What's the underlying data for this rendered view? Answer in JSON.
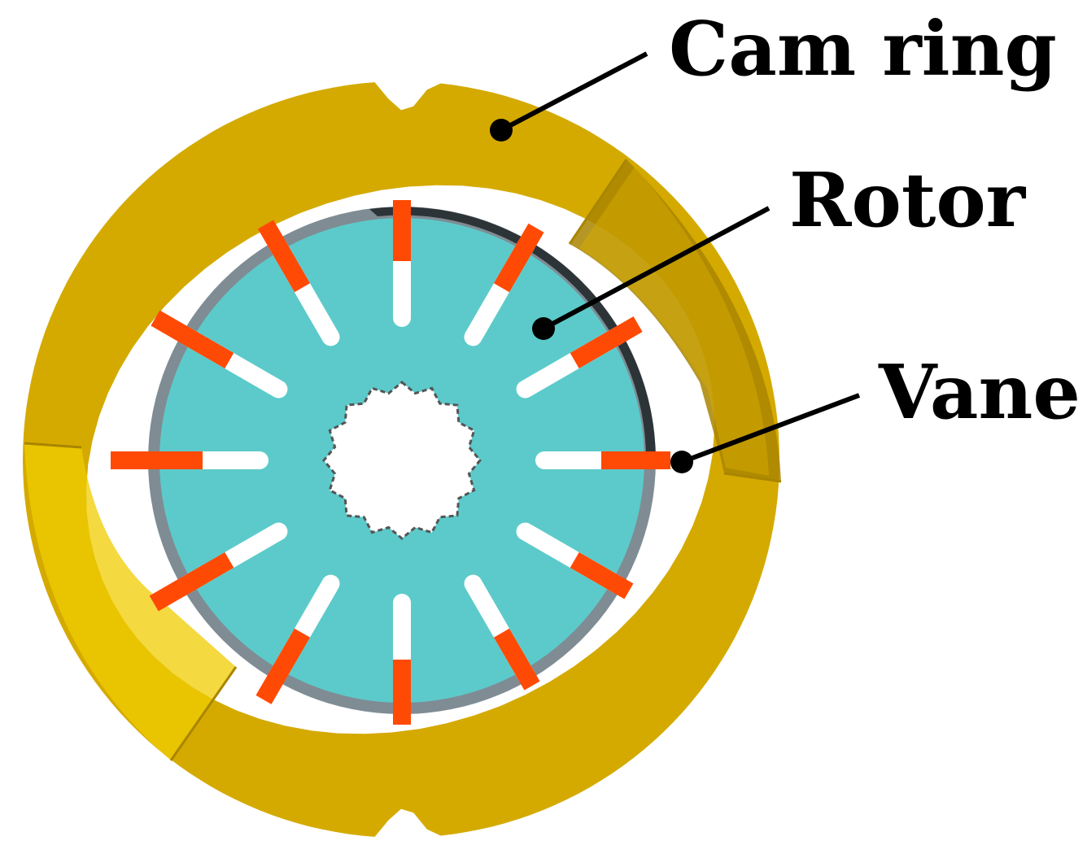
{
  "labels": {
    "cam_ring": "Cam ring",
    "rotor": "Rotor",
    "vane": "Vane"
  },
  "colors": {
    "cam_ring": "#d4aa00",
    "cam_ring_shadow": "#a98500",
    "cam_ring_highlight": "#f0cc00",
    "rotor": "#5ccaca",
    "rotor_rim_dark": "#2d3438",
    "rotor_rim_light": "#7f8c94",
    "vane": "#ff4a05",
    "slot": "#ffffff",
    "callout": "#000000"
  },
  "vane_count": 12
}
